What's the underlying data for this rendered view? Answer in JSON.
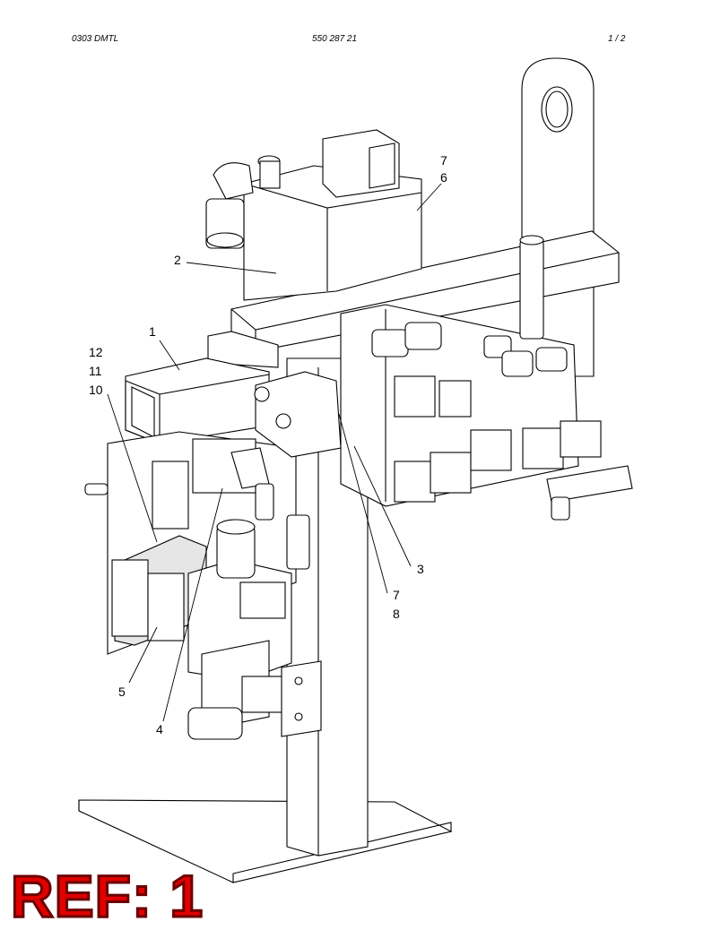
{
  "header": {
    "left": "0303 DMTL",
    "center": "550 287 21",
    "right": "1 /   2"
  },
  "callouts": {
    "c1": "1",
    "c2": "2",
    "c3": "3",
    "c4": "4",
    "c5": "5",
    "c6": "6",
    "c7a": "7",
    "c7b": "7",
    "c8": "8",
    "c10": "10",
    "c11": "11",
    "c12": "12"
  },
  "ref_label": "REF: 1",
  "colors": {
    "ref": "#e00000",
    "line": "#000000"
  }
}
